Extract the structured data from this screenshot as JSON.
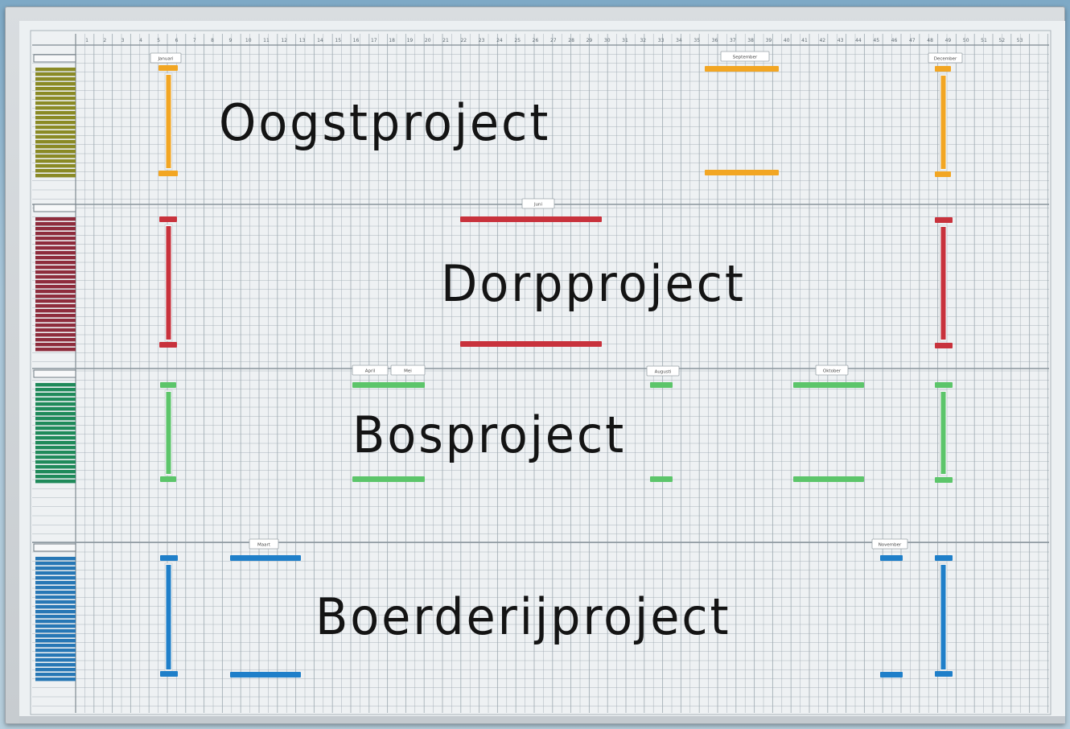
{
  "board": {
    "titles": {
      "oogst": "Oogstproject",
      "dorp": "Dorpproject",
      "bos": "Bosproject",
      "boer": "Boerderijproject"
    },
    "colors": {
      "orange": "#f2a623",
      "red": "#c8323c",
      "green": "#5cc56a",
      "blue": "#1f7fc9",
      "olive": "#8a8a25",
      "maroon": "#8e2c3c",
      "teal": "#1f8a5a",
      "steelblue": "#2777b5",
      "grid": "#9aa6ae"
    },
    "week_numbers": [
      "1",
      "2",
      "3",
      "4",
      "5",
      "6",
      "7",
      "8",
      "9",
      "10",
      "11",
      "12",
      "13",
      "14",
      "15",
      "16",
      "17",
      "18",
      "19",
      "20",
      "21",
      "22",
      "23",
      "24",
      "25",
      "26",
      "27",
      "28",
      "29",
      "30",
      "31",
      "32",
      "33",
      "34",
      "35",
      "36",
      "37",
      "38",
      "39",
      "40",
      "41",
      "42",
      "43",
      "44",
      "45",
      "46",
      "47",
      "48",
      "49",
      "50",
      "51",
      "52",
      "53"
    ],
    "tags": {
      "januari": "Januari",
      "september": "September",
      "december": "December",
      "juni": "Juni",
      "april": "April",
      "mei": "Mei",
      "augusti": "Augusti",
      "oktober": "Oktober",
      "maart": "Maart",
      "november": "November"
    }
  }
}
